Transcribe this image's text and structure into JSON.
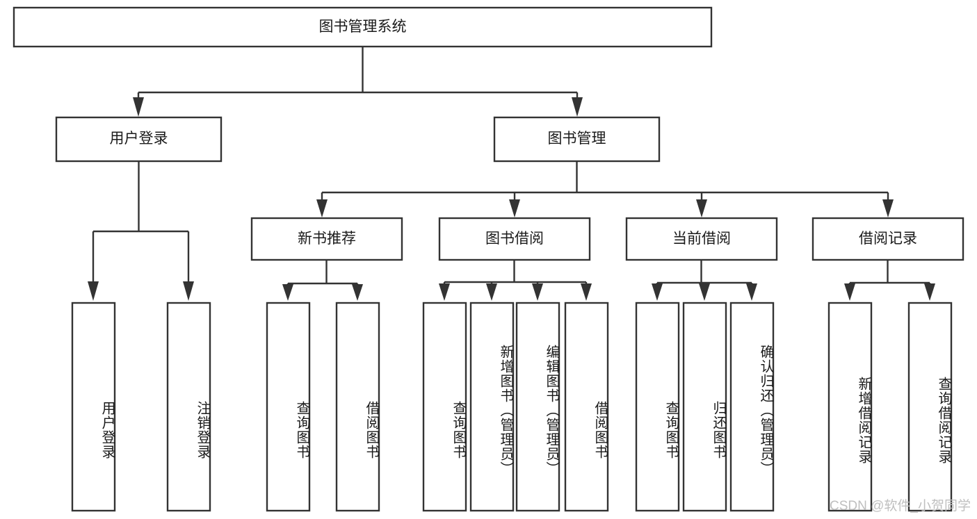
{
  "diagram": {
    "type": "tree-hierarchy-diagram",
    "title": "图书管理系统",
    "colors": {
      "background": "#ffffff",
      "box_fill": "#ffffff",
      "box_stroke": "#333333",
      "text": "#1a1a1a",
      "watermark": "#bfbfbf"
    },
    "levels": [
      {
        "level": 1,
        "nodes": [
          {
            "id": "root",
            "label": "图书管理系统",
            "orientation": "horizontal"
          }
        ]
      },
      {
        "level": 2,
        "nodes": [
          {
            "id": "user-login",
            "label": "用户登录",
            "orientation": "horizontal",
            "parent": "root"
          },
          {
            "id": "book-mgmt",
            "label": "图书管理",
            "orientation": "horizontal",
            "parent": "root"
          }
        ]
      },
      {
        "level": 3,
        "nodes": [
          {
            "id": "new-book-rec",
            "label": "新书推荐",
            "orientation": "horizontal",
            "parent": "book-mgmt"
          },
          {
            "id": "book-borrow",
            "label": "图书借阅",
            "orientation": "horizontal",
            "parent": "book-mgmt"
          },
          {
            "id": "current-borrow",
            "label": "当前借阅",
            "orientation": "horizontal",
            "parent": "book-mgmt"
          },
          {
            "id": "borrow-record",
            "label": "借阅记录",
            "orientation": "horizontal",
            "parent": "book-mgmt"
          }
        ]
      },
      {
        "level": 4,
        "nodes": [
          {
            "id": "leaf-user-login",
            "label": "用户登录",
            "orientation": "vertical",
            "parent": "user-login"
          },
          {
            "id": "leaf-user-logout",
            "label": "注销登录",
            "orientation": "vertical",
            "parent": "user-login"
          },
          {
            "id": "leaf-rec-query",
            "label": "查询图书",
            "orientation": "vertical",
            "parent": "new-book-rec"
          },
          {
            "id": "leaf-rec-borrow",
            "label": "借阅图书",
            "orientation": "vertical",
            "parent": "new-book-rec"
          },
          {
            "id": "leaf-borrow-query",
            "label": "查询图书",
            "orientation": "vertical",
            "parent": "book-borrow"
          },
          {
            "id": "leaf-borrow-add",
            "label": "新增图书（管理员）",
            "orientation": "vertical",
            "parent": "book-borrow"
          },
          {
            "id": "leaf-borrow-edit",
            "label": "编辑图书（管理员）",
            "orientation": "vertical",
            "parent": "book-borrow"
          },
          {
            "id": "leaf-borrow-borrow",
            "label": "借阅图书",
            "orientation": "vertical",
            "parent": "book-borrow"
          },
          {
            "id": "leaf-cur-query",
            "label": "查询图书",
            "orientation": "vertical",
            "parent": "current-borrow"
          },
          {
            "id": "leaf-cur-return",
            "label": "归还图书",
            "orientation": "vertical",
            "parent": "current-borrow"
          },
          {
            "id": "leaf-cur-confirm",
            "label": "确认归还（管理员）",
            "orientation": "vertical",
            "parent": "current-borrow"
          },
          {
            "id": "leaf-rec-add",
            "label": "新增借阅记录",
            "orientation": "vertical",
            "parent": "borrow-record"
          },
          {
            "id": "leaf-rec-search",
            "label": "查询借阅记录",
            "orientation": "vertical",
            "parent": "borrow-record"
          }
        ]
      }
    ],
    "watermark": "CSDN @软件_小贺同学"
  }
}
